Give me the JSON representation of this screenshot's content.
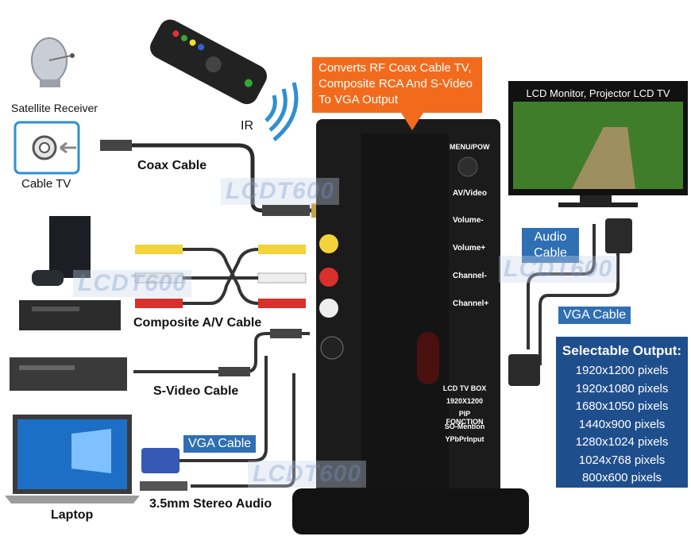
{
  "callout": {
    "text": "Converts RF Coax Cable TV, Composite RCA And S-Video To VGA Output"
  },
  "labels": {
    "satellite": "Satellite Receiver",
    "cable_tv": "Cable TV",
    "ir": "IR",
    "coax": "Coax Cable",
    "composite": "Composite A/V Cable",
    "svideo": "S-Video Cable",
    "vga_left": "VGA Cable",
    "stereo": "3.5mm Stereo Audio",
    "laptop": "Laptop",
    "audio_cable": "Audio\nCable",
    "vga_right": "VGA Cable"
  },
  "monitor": {
    "title": "LCD Monitor, Projector LCD TV"
  },
  "device": {
    "top_label": "MENU/POW",
    "buttons": [
      "AV/Video",
      "Volume-",
      "Volume+",
      "Channel-",
      "Channel+"
    ],
    "badge_lines": [
      "LCD TV BOX",
      "1920X1200",
      "PIP FONCTION",
      "SO-Mention",
      "YPbPrInput"
    ]
  },
  "output_box": {
    "title": "Selectable Output:",
    "resolutions": [
      "1920x1200 pixels",
      "1920x1080 pixels",
      "1680x1050 pixels",
      "1440x900 pixels",
      "1280x1024 pixels",
      "1024x768 pixels",
      "800x600 pixels"
    ]
  },
  "watermark": "LCDT600",
  "colors": {
    "accent_orange": "#f26b1d",
    "tag_blue": "#2f6fb3",
    "box_navy": "#1f4e8c",
    "device_black": "#1b1b1b"
  }
}
